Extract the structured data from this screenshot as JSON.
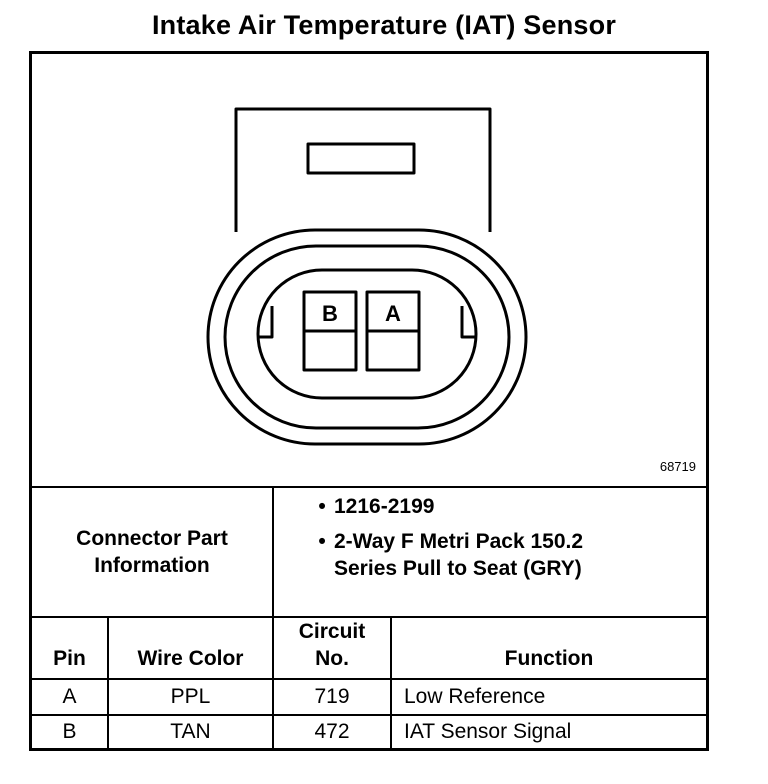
{
  "title": "Intake Air Temperature (IAT) Sensor",
  "figure_id": "68719",
  "connector": {
    "pins": [
      "B",
      "A"
    ]
  },
  "connector_info": {
    "label": "Connector Part Information",
    "items": [
      "1216-2199",
      "2-Way F Metri Pack 150.2 Series Pull to Seat (GRY)"
    ]
  },
  "table": {
    "headers": {
      "pin": "Pin",
      "wire_color": "Wire Color",
      "circuit_line1": "Circuit",
      "circuit_line2": "No.",
      "function": "Function"
    },
    "rows": [
      {
        "pin": "A",
        "wire_color": "PPL",
        "circuit": "719",
        "function": "Low Reference"
      },
      {
        "pin": "B",
        "wire_color": "TAN",
        "circuit": "472",
        "function": "IAT Sensor Signal"
      }
    ]
  }
}
